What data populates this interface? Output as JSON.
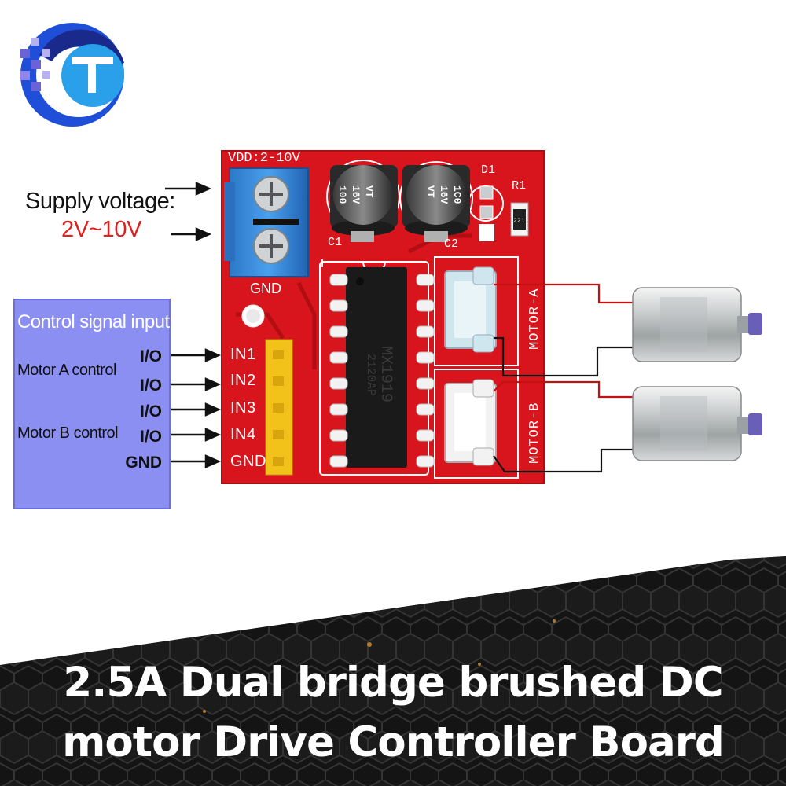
{
  "supply": {
    "label": "Supply voltage:",
    "range": "2V~10V"
  },
  "control": {
    "title": "Control signal input",
    "motor_a": "Motor A control",
    "motor_b": "Motor B control",
    "signals": [
      "I/O",
      "I/O",
      "I/O",
      "I/O",
      "GND"
    ]
  },
  "board": {
    "vdd": "VDD:2-10V",
    "gnd": "GND",
    "pins": [
      "IN1",
      "IN2",
      "IN3",
      "IN4",
      "GND"
    ],
    "cap1": {
      "marking": "100 16V VT",
      "line1": "100",
      "line2": "16V",
      "line3": "VT",
      "ref": "C1"
    },
    "cap2": {
      "marking": "1C0 16V VT",
      "line1": "1C0",
      "line2": "16V",
      "line3": "VT",
      "ref": "C2"
    },
    "d1": "D1",
    "r1": "R1",
    "r1_code": "221",
    "chip": {
      "line1": "MX1919",
      "line2": "2120AP"
    },
    "motor_a": "MOTOR-A",
    "motor_b": "MOTOR-B"
  },
  "banner": {
    "line1": "2.5A Dual bridge brushed DC",
    "line2": "motor Drive Controller Board"
  },
  "colors": {
    "board": "#d8141c",
    "panel": "#8c8ff2",
    "wire_red": "#c41010",
    "wire_black": "#111111",
    "range_text": "#e0201e",
    "logo_blue": "#1f4fd8",
    "logo_navy": "#1a2a8c"
  }
}
